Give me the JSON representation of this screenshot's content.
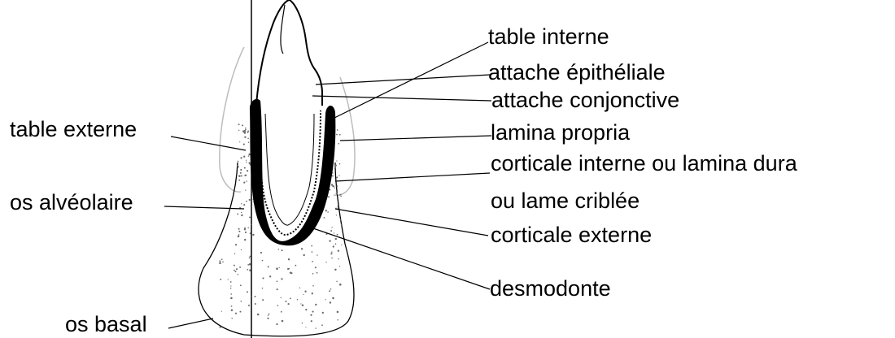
{
  "labels": {
    "table_interne": "table interne",
    "attache_epitheliale": "attache épithéliale",
    "attache_conjonctive": "attache conjonctive",
    "lamina_propria": "lamina propria",
    "corticale_interne": "corticale interne ou lamina dura",
    "lame_criblee": "ou lame criblée",
    "corticale_externe": "corticale externe",
    "desmodonte": "desmodonte",
    "table_externe": "table externe",
    "os_alveolaire": "os alvéolaire",
    "os_basal": "os basal"
  },
  "colors": {
    "ink": "#000000",
    "bone_stipple": "#6b6b6b",
    "soft_tissue": "#bdbdbd",
    "background": "#ffffff"
  }
}
